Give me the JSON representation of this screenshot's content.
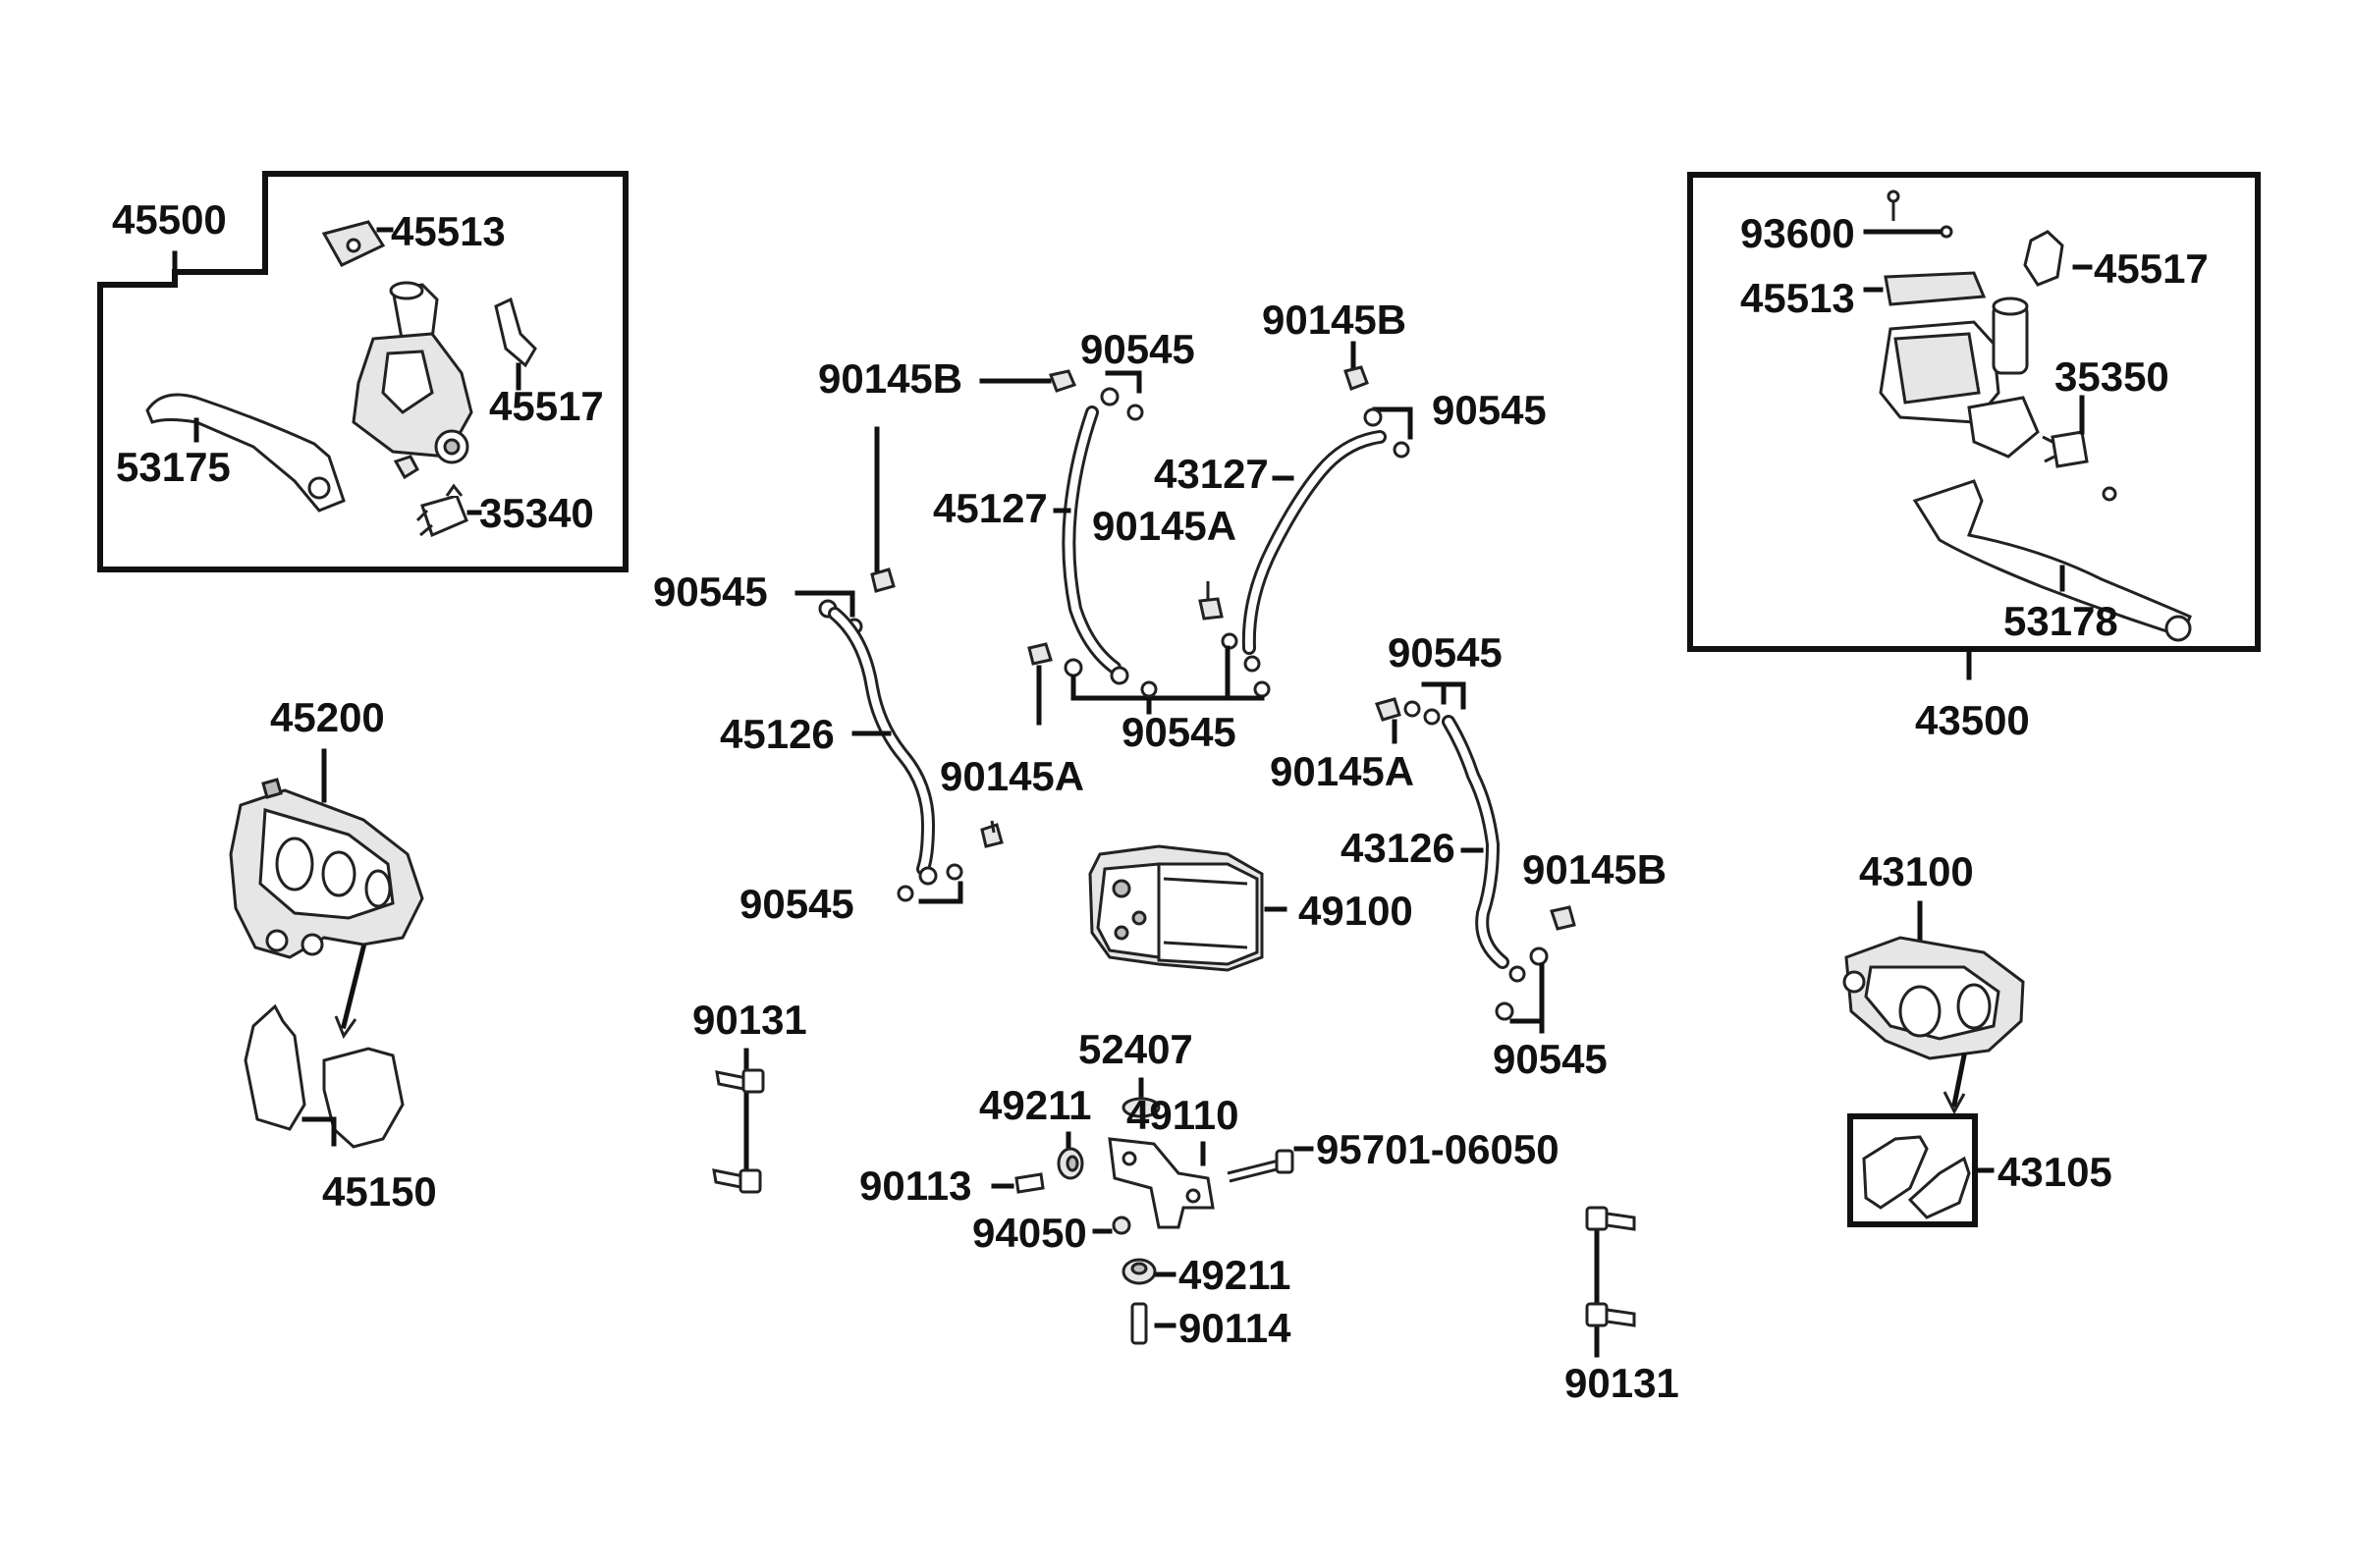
{
  "labels": {
    "a45500": "45500",
    "a45513": "45513",
    "a45517": "45517",
    "a53175": "53175",
    "a35340": "35340",
    "b93600": "93600",
    "b45513": "45513",
    "b45517": "45517",
    "b35350": "35350",
    "b53178": "53178",
    "b43500": "43500",
    "h90145B_1": "90145B",
    "h90545_1": "90545",
    "h90145B_2": "90145B",
    "h90545_2": "90545",
    "h45127": "45127",
    "h43127": "43127",
    "h90145A_1": "90145A",
    "h90545_3": "90545",
    "h90545_4": "90545",
    "h45126": "45126",
    "h90145A_2": "90145A",
    "h90545_5": "90545",
    "h90545_6": "90545",
    "h90145A_3": "90145A",
    "h43126": "43126",
    "h90145B_3": "90145B",
    "h90545_7": "90545",
    "c45200": "45200",
    "c45150": "45150",
    "c43100": "43100",
    "c43105": "43105",
    "m49100": "49100",
    "m52407": "52407",
    "m49211_1": "49211",
    "m49110": "49110",
    "m95701": "95701-06050",
    "m90113": "90113",
    "m94050": "94050",
    "m49211_2": "49211",
    "m90114": "90114",
    "m90131_1": "90131",
    "m90131_2": "90131"
  },
  "icons": [
    "master-cylinder",
    "brake-lever",
    "brake-switch",
    "brake-caliper",
    "brake-pads",
    "brake-hose",
    "banjo-bolt",
    "washer",
    "abs-unit",
    "bracket",
    "bolt",
    "grommet"
  ]
}
